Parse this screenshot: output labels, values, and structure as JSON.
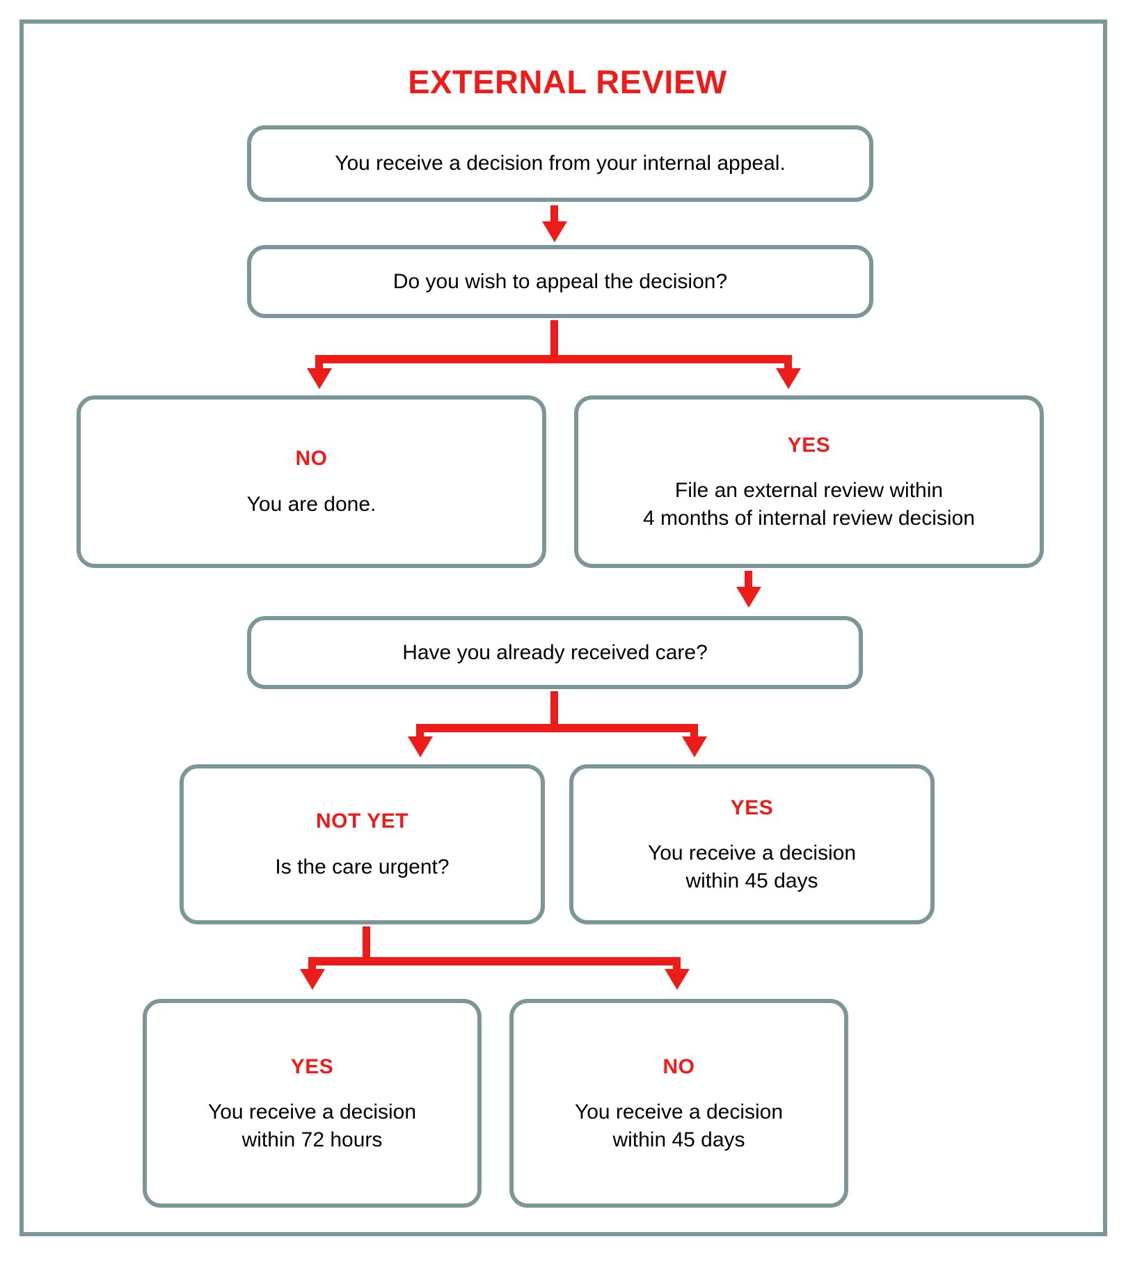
{
  "diagram": {
    "title": "EXTERNAL REVIEW",
    "accent_color": "#ee1c18",
    "box_border_color": "#7d9698",
    "frame_color": "#7d9698",
    "text_color": "#000000",
    "background": "#ffffff"
  },
  "nodes": {
    "start": {
      "text": "You receive a decision from your internal appeal."
    },
    "question_appeal": {
      "text": "Do you wish to appeal the decision?"
    },
    "appeal_no": {
      "label": "NO",
      "text": "You are done."
    },
    "appeal_yes": {
      "label": "YES",
      "text": "File an external review within\n4 months of internal review decision"
    },
    "question_care": {
      "text": "Have you already received care?"
    },
    "care_not_yet": {
      "label": "NOT YET",
      "text": "Is the care urgent?"
    },
    "care_yes": {
      "label": "YES",
      "text": "You receive a decision\nwithin 45 days"
    },
    "urgent_yes": {
      "label": "YES",
      "text": "You receive a decision\nwithin 72 hours"
    },
    "urgent_no": {
      "label": "NO",
      "text": "You receive a decision\nwithin 45 days"
    }
  },
  "connectors": [
    {
      "name": "start-to-question-appeal",
      "type": "straight-arrow"
    },
    {
      "name": "question-appeal-branch",
      "type": "split-arrow",
      "branches": [
        "NO",
        "YES"
      ]
    },
    {
      "name": "appeal-yes-to-question-care",
      "type": "straight-arrow"
    },
    {
      "name": "question-care-branch",
      "type": "split-arrow",
      "branches": [
        "NOT YET",
        "YES"
      ]
    },
    {
      "name": "care-not-yet-branch",
      "type": "split-arrow",
      "branches": [
        "YES",
        "NO"
      ]
    }
  ]
}
